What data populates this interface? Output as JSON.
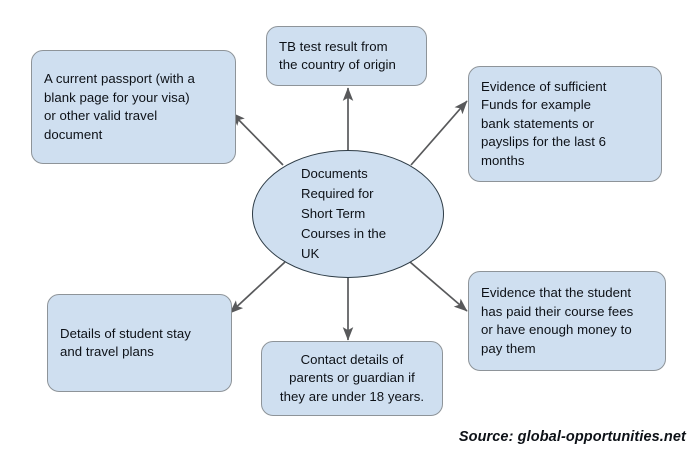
{
  "diagram": {
    "center": {
      "name": "documents-required-hub",
      "lines": [
        "Documents",
        "Required for",
        "Short Term",
        "Courses in the",
        "UK"
      ]
    },
    "nodes": [
      {
        "id": "passport",
        "lines": [
          "A current passport (with a",
          "blank page for your visa)",
          "or other valid travel",
          "document"
        ],
        "align": "left"
      },
      {
        "id": "tb-test",
        "lines": [
          "TB test result from",
          "the country of origin"
        ],
        "align": "left"
      },
      {
        "id": "funds",
        "lines": [
          "Evidence of sufficient",
          "Funds for example",
          "bank statements or",
          "payslips for the last 6",
          "months"
        ],
        "align": "left"
      },
      {
        "id": "course-fees",
        "lines": [
          "Evidence that the student",
          "has paid their course fees",
          "or have enough money to",
          "pay them"
        ],
        "align": "left"
      },
      {
        "id": "contact-details",
        "lines": [
          "Contact details of",
          "parents or guardian if",
          "they are under 18 years."
        ],
        "align": "center"
      },
      {
        "id": "stay-travel",
        "lines": [
          "Details of student stay",
          "and travel plans"
        ],
        "align": "left"
      }
    ],
    "source": "Source: global-opportunities.net",
    "colors": {
      "node_fill": "#cfdff0",
      "node_border": "#8e9499",
      "circle_border": "#2e3c46",
      "arrow": "#58595b",
      "text": "#0d1117",
      "background": "#ffffff"
    }
  }
}
